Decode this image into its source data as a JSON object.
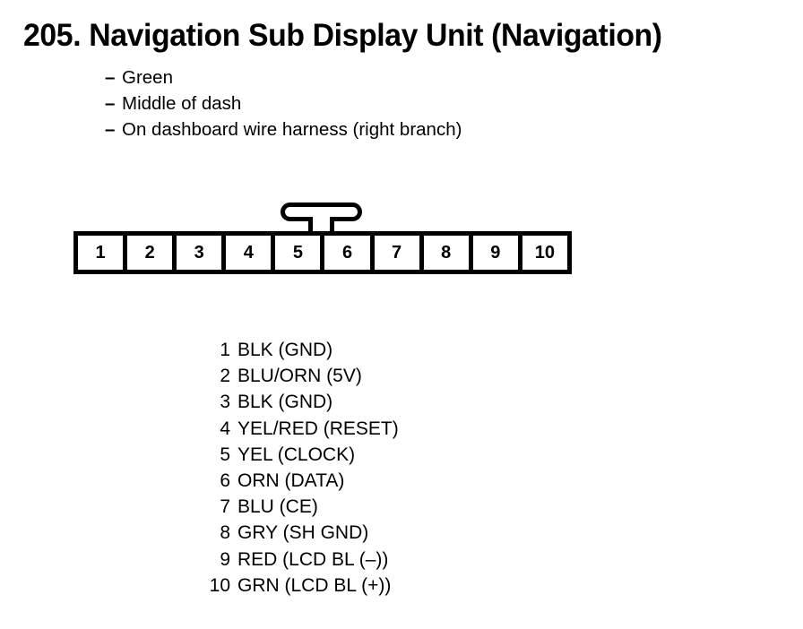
{
  "document": {
    "title": "205. Navigation Sub Display Unit (Navigation)",
    "notes": [
      {
        "dash": "–",
        "text": "Green"
      },
      {
        "dash": "–",
        "text": "Middle of dash"
      },
      {
        "dash": "–",
        "text": "On dashboard wire harness (right branch)"
      }
    ]
  },
  "connector": {
    "latch_position": "between-pin-5-and-6",
    "pin_count": 10,
    "pins": [
      "1",
      "2",
      "3",
      "4",
      "5",
      "6",
      "7",
      "8",
      "9",
      "10"
    ]
  },
  "pin_legend": [
    {
      "num": "1",
      "label": "BLK (GND)"
    },
    {
      "num": "2",
      "label": "BLU/ORN (5V)"
    },
    {
      "num": "3",
      "label": "BLK (GND)"
    },
    {
      "num": "4",
      "label": "YEL/RED (RESET)"
    },
    {
      "num": "5",
      "label": "YEL (CLOCK)"
    },
    {
      "num": "6",
      "label": "ORN (DATA)"
    },
    {
      "num": "7",
      "label": "BLU (CE)"
    },
    {
      "num": "8",
      "label": "GRY (SH GND)"
    },
    {
      "num": "9",
      "label": "RED (LCD BL (–))"
    },
    {
      "num": "10",
      "label": "GRN (LCD BL (+))"
    }
  ],
  "colors": {
    "ink": "#000000",
    "background": "#ffffff"
  }
}
